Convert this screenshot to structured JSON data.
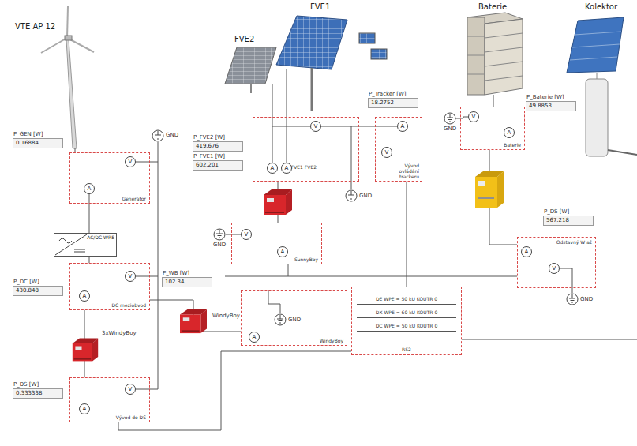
{
  "diagram": {
    "nodes": [
      {
        "text": [
          "P_GEN [W]",
          "0.16884"
        ]
      },
      {
        "text": [
          "Generátor"
        ]
      },
      {
        "text": [
          "V"
        ],
        "in": 1
      },
      {
        "text": [
          "A"
        ],
        "in": 1
      },
      {
        "text": [
          "P_FVE2 [W]",
          "419.676"
        ]
      },
      {
        "text": [
          "P_FVE1 [W]",
          "602.201"
        ]
      },
      {
        "text": [
          "FVE1 FVE2"
        ]
      },
      {
        "text": [
          "V"
        ],
        "in": 6
      },
      {
        "text": [
          "A"
        ],
        "in": 6
      },
      {
        "text": [
          "A"
        ],
        "in": 6
      },
      {
        "text": [
          "P_Tracker [W]",
          "18.2752"
        ]
      },
      {
        "text": [
          "Vývod ovládání trackeru"
        ]
      },
      {
        "text": [
          "A"
        ],
        "in": 11
      },
      {
        "text": [
          "V"
        ],
        "in": 11
      },
      {
        "text": [
          "P_Baterie [W]",
          "49.8853"
        ]
      },
      {
        "text": [
          "Baterie"
        ]
      },
      {
        "text": [
          "V"
        ],
        "in": 15
      },
      {
        "text": [
          "A"
        ],
        "in": 15
      },
      {
        "text": [
          "SunnyBoy"
        ]
      },
      {
        "text": [
          "V"
        ],
        "in": 18
      },
      {
        "text": [
          "A"
        ],
        "in": 18
      },
      {
        "text": [
          "AC/DC WRE"
        ]
      },
      {
        "text": [
          "P_DS [W]",
          "567.218"
        ]
      },
      {
        "text": [
          "Odstavný W až"
        ]
      },
      {
        "text": [
          "A"
        ],
        "in": 23
      },
      {
        "text": [
          "V"
        ],
        "in": 23
      },
      {
        "text": [
          "P_DC [W]",
          "430.848"
        ]
      },
      {
        "text": [
          "DC meziobvod"
        ]
      },
      {
        "text": [
          "V"
        ],
        "in": 27
      },
      {
        "text": [
          "A"
        ],
        "in": 27
      },
      {
        "text": [
          "P_WB [W]",
          "102.34"
        ]
      },
      {
        "text": [
          "WindyBoy"
        ]
      },
      {
        "text": [
          "A"
        ],
        "in": 31
      },
      {
        "text": [
          "DE WPE = 50 kU KOUTR 0",
          "DX WPE = 60 kU KOUTR 0",
          "DC WPE = 50 kU KOUTR 0",
          "RS2"
        ]
      },
      {
        "text": [
          "P_DS [W]",
          "0.333338"
        ]
      },
      {
        "text": [
          "Vývod do DS"
        ]
      },
      {
        "text": [
          "V"
        ],
        "in": 35
      },
      {
        "text": [
          "A"
        ],
        "in": 35
      }
    ],
    "edges": [
      {
        "from": 1,
        "to": 21,
        "arrow": "none"
      },
      {
        "from": 21,
        "to": 27,
        "arrow": "none"
      },
      {
        "from": 27,
        "to": 35,
        "arrow": "none"
      },
      {
        "from": 6,
        "to": 18,
        "arrow": "none"
      },
      {
        "from": 27,
        "to": 31,
        "arrow": "none"
      },
      {
        "from": 15,
        "to": 23,
        "arrow": "none"
      },
      {
        "from": 33,
        "to": 35,
        "arrow": "none"
      }
    ],
    "labels": [
      "VTE AP 12",
      "FVE2",
      "FVE1",
      "Baterie",
      "Kolektor",
      "GND",
      "GND",
      "GND",
      "GND",
      "GND",
      "GND",
      "3xWindyBoy",
      "WindyBoy"
    ]
  }
}
